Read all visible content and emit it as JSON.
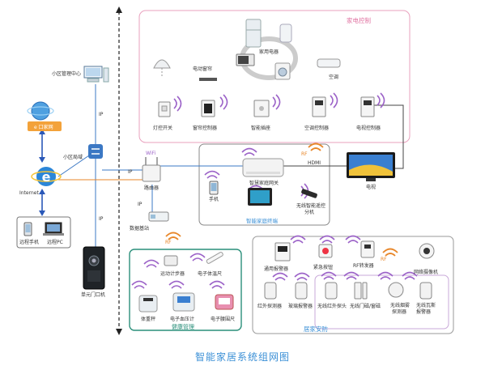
{
  "title": "智能家居系统组网图",
  "groups": {
    "appliance_control": "家电控制",
    "home_terminal": "智能家庭终端",
    "health": "健康管理",
    "security": "居家安防"
  },
  "left": {
    "community_center": "小区管理中心",
    "app_badge": "e 口家网",
    "internet": "Internet",
    "remote_phone": "远程手机",
    "remote_pc": "远程PC",
    "community_switch": "小区局域",
    "door_unit": "单元门口机",
    "ip_1": "IP",
    "ip_2": "IP",
    "ip_3": "IP",
    "ip_4": "IP"
  },
  "middle": {
    "router": "路由器",
    "wifi": "WiFi",
    "data_base_station": "数据基站",
    "rf_1": "RF",
    "rf_2": "RF",
    "hdmi": "HDMI",
    "tv": "电视"
  },
  "appliances": {
    "home_appliances": "家用电器",
    "curtain_motor": "电动窗帘",
    "air_conditioner": "空调",
    "light_switch": "灯控开关",
    "curtain_controller": "窗帘控制器",
    "smart_socket": "智能插座",
    "ac_controller": "空调控制器",
    "tv_controller": "电视控制器"
  },
  "terminal": {
    "gateway": "智慧家庭网关",
    "phone": "手机",
    "remote_line1": "无线智能遥控",
    "remote_line2": "分机"
  },
  "health_items": {
    "pedometer": "运动计步器",
    "thermometer": "电子体温尺",
    "scale": "体重秤",
    "bp_meter": "电子血压计",
    "waist_ruler": "电子腰围尺"
  },
  "security_items": {
    "gas_alarm": "通用报警器",
    "emergency_button": "紧急按钮",
    "rf_repeater": "RF转发器",
    "camera": "网络摄像机",
    "ir_detector": "红外探测器",
    "glass_break": "玻璃报警器",
    "wireless_ir": "无线红外探头",
    "door_sensor": "无线门磁/窗磁",
    "smoke_l1": "无线烟雾",
    "smoke_l2": "探测器",
    "gas_l1": "无线瓦斯",
    "gas_l2": "报警器",
    "rf": "RF"
  },
  "colors": {
    "pink_border": "#e9a0bd",
    "teal_border": "#2a8f7a",
    "gray_border": "#999999",
    "blue_text": "#3a8fd6",
    "wifi_purple": "#9c63c8",
    "rf_orange": "#e8872a",
    "cable_blue": "#3b78c4"
  }
}
